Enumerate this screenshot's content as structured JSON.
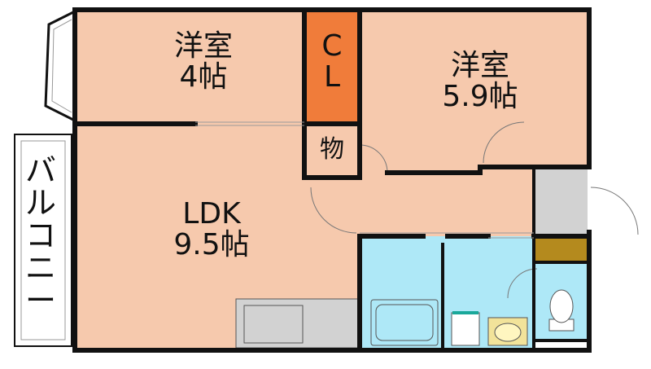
{
  "rooms": {
    "western_room_a": {
      "name": "洋室",
      "size": "4帖"
    },
    "western_room_b": {
      "name": "洋室",
      "size": "5.9帖"
    },
    "ldk": {
      "name": "LDK",
      "size": "9.5帖"
    },
    "closet": {
      "line1": "C",
      "line2": "L"
    },
    "storage": {
      "label": "物"
    },
    "balcony": {
      "label": [
        "バ",
        "ル",
        "コ",
        "ニ",
        "ー"
      ]
    }
  },
  "colors": {
    "room_fill": "#f6c9ad",
    "closet_fill": "#f07c3a",
    "bath_fill": "#aee8f7",
    "wall": "#111111",
    "utility_gray": "#d2d2d2",
    "shoe_box": "#b48a1e"
  }
}
